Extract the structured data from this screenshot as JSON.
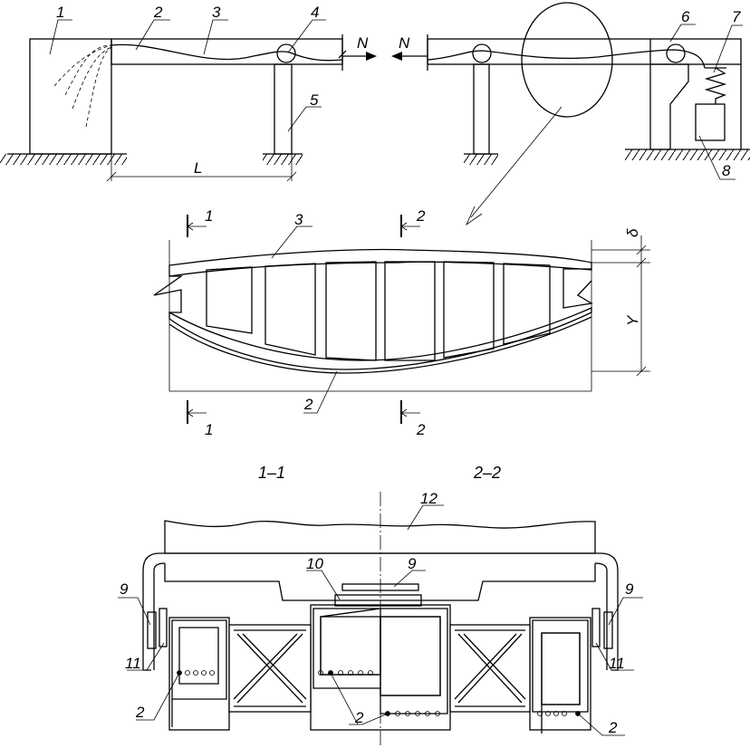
{
  "labels": {
    "p1": "1",
    "p2": "2",
    "p3": "3",
    "p4": "4",
    "p5": "5",
    "p6": "6",
    "p7": "7",
    "p8": "8",
    "force_left": "N",
    "force_right": "N",
    "span": "L",
    "detail_3": "3",
    "detail_2": "2",
    "sec1_top": "1",
    "sec2_top": "2",
    "sec1_bot": "1",
    "sec2_bot": "2",
    "delta": "δ",
    "Y": "Y",
    "section_1_1": "1–1",
    "section_2_2": "2–2",
    "b12": "12",
    "b10": "10",
    "b9_center": "9",
    "b9_left": "9",
    "b9_right": "9",
    "b11_left": "11",
    "b11_right": "11",
    "b2_left": "2",
    "b2_center": "2",
    "b2_right": "2"
  }
}
